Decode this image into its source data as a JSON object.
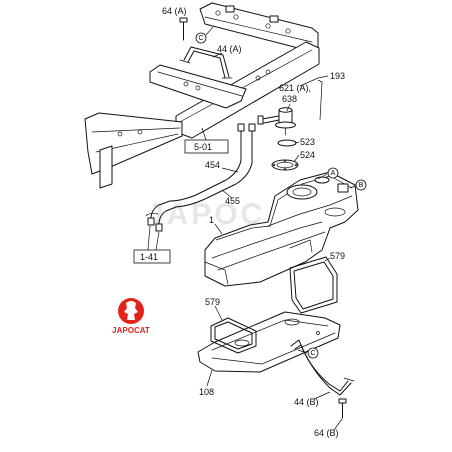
{
  "diagram": {
    "labels": {
      "bolt_top": "64 (A)",
      "strap_top": "44 (A)",
      "assembly": "193",
      "pump": "621 (A),",
      "pump_2": "638",
      "frame_ref": "5-01",
      "ring_1": "523",
      "ring_2": "524",
      "line_1": "454",
      "line_2": "455",
      "tank": "1",
      "line_ref": "1-41",
      "bracket_right": "579",
      "bracket_left": "579",
      "guard": "108",
      "strap_bottom": "44 (B)",
      "bolt_bottom": "64 (B)"
    },
    "callouts": {
      "c_top": "C",
      "a": "A",
      "b": "B",
      "c_bottom": "C"
    }
  },
  "logo": {
    "text": "JAPOCAT"
  },
  "watermark": {
    "text": "JAPOCAT"
  },
  "colors": {
    "logo_red": "#e3241d",
    "ink": "#111111"
  }
}
